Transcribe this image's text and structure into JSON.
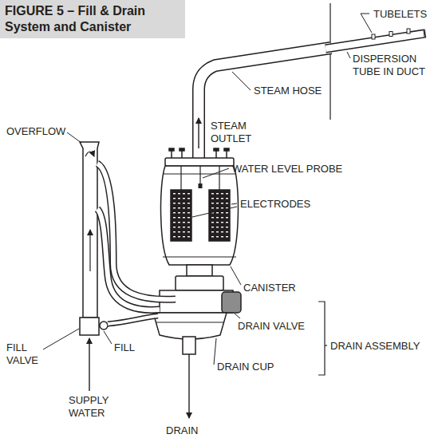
{
  "diagram": {
    "title": "FIGURE 5 – Fill & Drain System and Canister",
    "labels": [
      "TUBELETS",
      "STEAM HOSE",
      "DISPERSION TUBE IN DUCT",
      "STEAM OUTLET",
      "OVERFLOW",
      "WATER LEVEL PROBE",
      "ELECTRODES",
      "CANISTER",
      "FILL VALVE",
      "FILL",
      "DRAIN VALVE",
      "DRAIN ASSEMBLY",
      "DRAIN CUP",
      "SUPPLY WATER",
      "DRAIN"
    ]
  }
}
